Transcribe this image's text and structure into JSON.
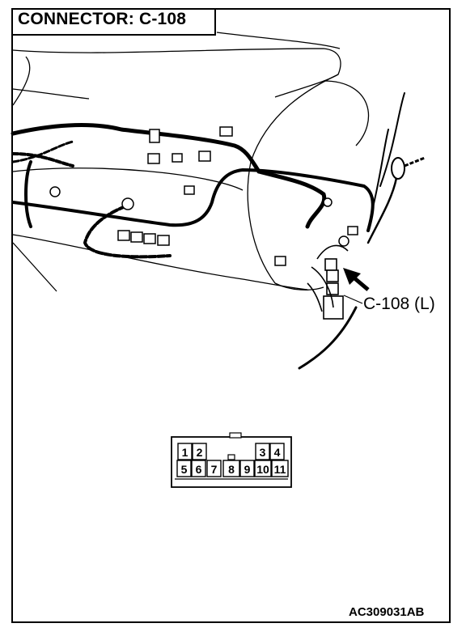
{
  "title": "CONNECTOR: C-108",
  "callout_label": "C-108 (L)",
  "figure_id": "AC309031AB",
  "connector": {
    "top_row": [
      "1",
      "2",
      "3",
      "4"
    ],
    "bottom_row": [
      "5",
      "6",
      "7",
      "8",
      "9",
      "10",
      "11"
    ]
  }
}
